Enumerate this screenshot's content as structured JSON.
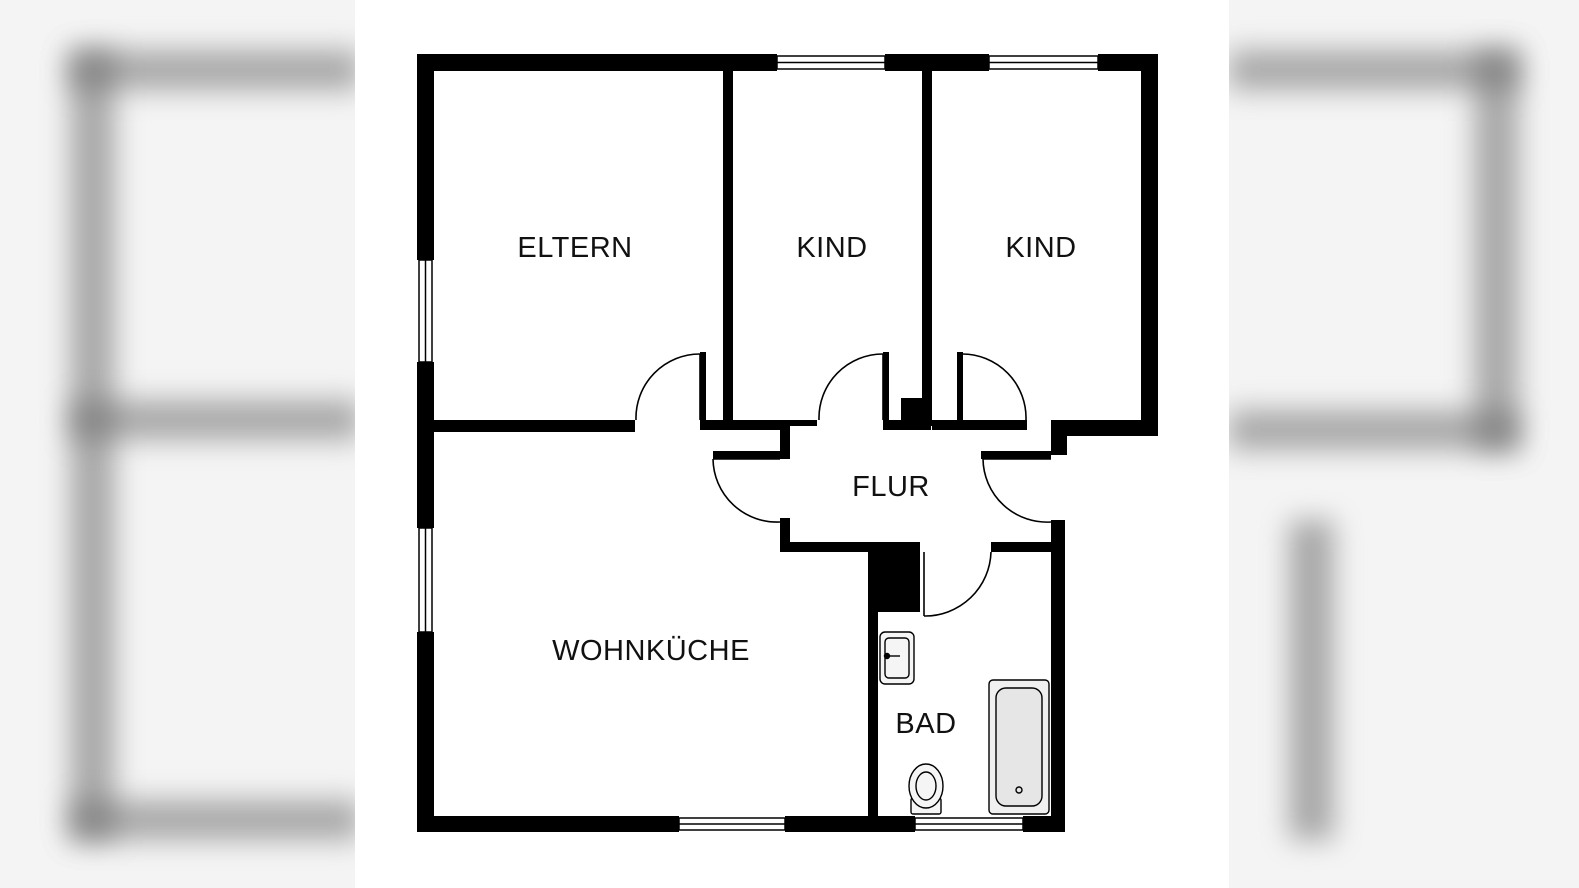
{
  "floorplan": {
    "rooms": {
      "eltern": "ELTERN",
      "kind_1": "KIND",
      "kind_2": "KIND",
      "flur": "FLUR",
      "wohnkueche": "WOHNKÜCHE",
      "bad": "BAD"
    },
    "colors": {
      "wall": "#000000",
      "background": "#ffffff",
      "side_blur": "#f4f4f4"
    }
  }
}
